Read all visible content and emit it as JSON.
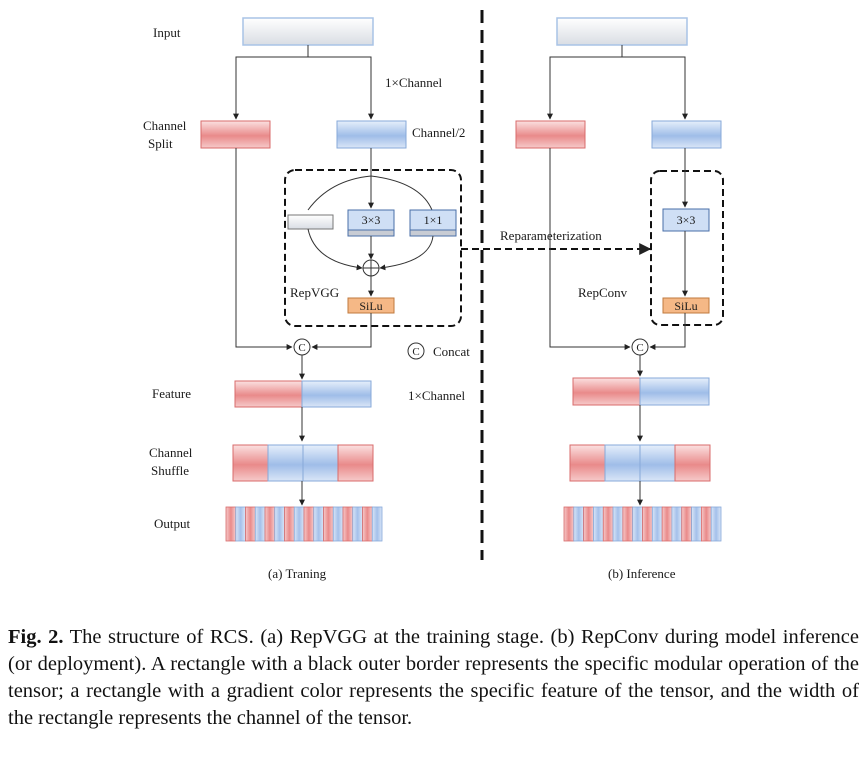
{
  "labels": {
    "input": "Input",
    "channel_split": [
      "Channel",
      "Split"
    ],
    "one_channel_top": "1×Channel",
    "channel_half": "Channel/2",
    "conv3x3": "3×3",
    "conv1x1": "1×1",
    "repvgg": "RepVGG",
    "silu": "SiLu",
    "concat_symbol": "C",
    "concat": "Concat",
    "feature": "Feature",
    "one_channel_mid": "1×Channel",
    "channel_shuffle": [
      "Channel",
      "Shuffle"
    ],
    "output": "Output",
    "reparam": "Reparameterization",
    "repconv": "RepConv",
    "sub_a": "(a) Traning",
    "sub_b": "(b) Inference"
  },
  "caption": {
    "fig_label": "Fig. 2.",
    "text": " The structure of RCS. (a) RepVGG at the training stage. (b) RepConv during model inference (or deployment). A rectangle with a black outer border represents the specific modular operation of the tensor; a rectangle with a gradient color represents the specific feature of the tensor, and the width of the rectangle represents the channel of the tensor."
  },
  "colors": {
    "red": "#e98f8f",
    "blue": "#a9c4ea",
    "gray": "#dfe3ea",
    "orange": "#f5b886"
  }
}
